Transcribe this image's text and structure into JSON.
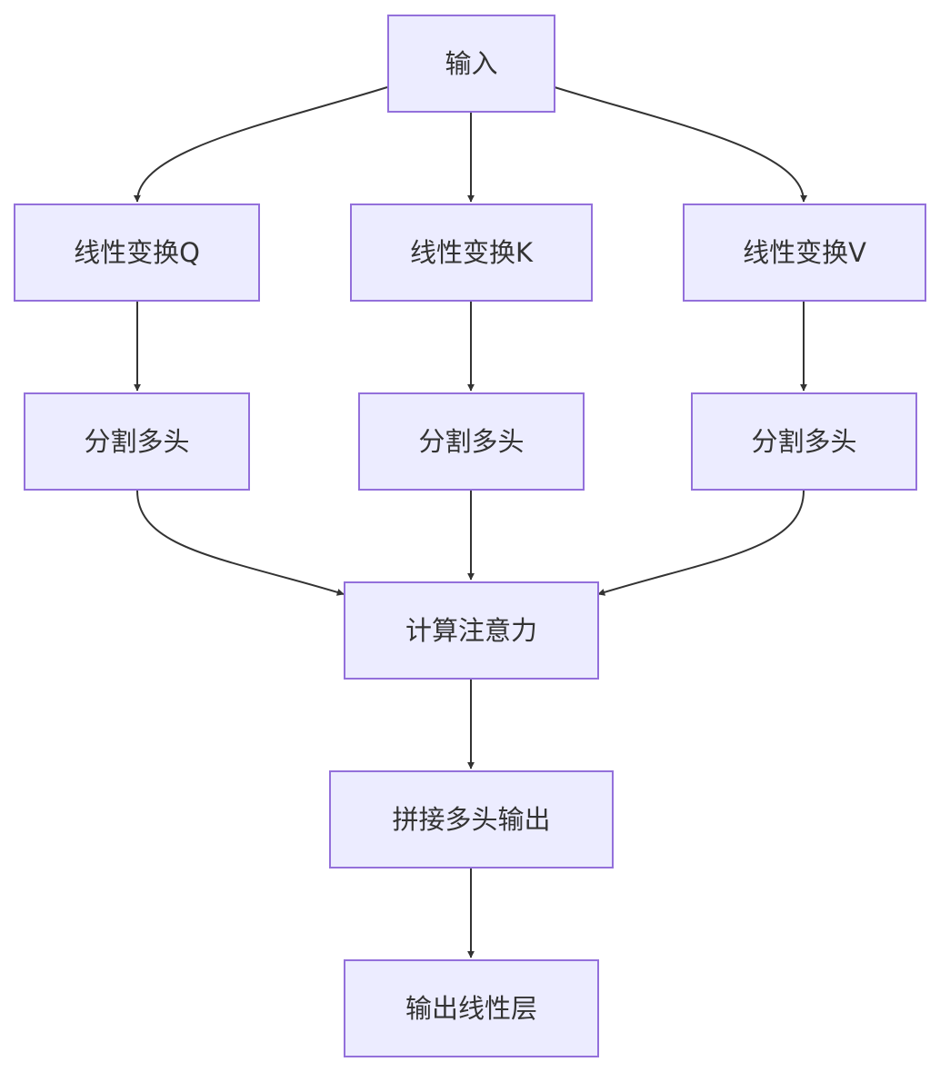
{
  "diagram": {
    "nodes": {
      "input": "输入",
      "linear_q": "线性变换Q",
      "linear_k": "线性变换K",
      "linear_v": "线性变换V",
      "split_q": "分割多头",
      "split_k": "分割多头",
      "split_v": "分割多头",
      "attention": "计算注意力",
      "concat": "拼接多头输出",
      "output": "输出线性层"
    },
    "edges": [
      [
        "input",
        "linear_q"
      ],
      [
        "input",
        "linear_k"
      ],
      [
        "input",
        "linear_v"
      ],
      [
        "linear_q",
        "split_q"
      ],
      [
        "linear_k",
        "split_k"
      ],
      [
        "linear_v",
        "split_v"
      ],
      [
        "split_q",
        "attention"
      ],
      [
        "split_k",
        "attention"
      ],
      [
        "split_v",
        "attention"
      ],
      [
        "attention",
        "concat"
      ],
      [
        "concat",
        "output"
      ]
    ],
    "colors": {
      "node_fill": "#ECECFF",
      "node_border": "#9370DB",
      "text": "#333333",
      "edge": "#333333"
    }
  }
}
